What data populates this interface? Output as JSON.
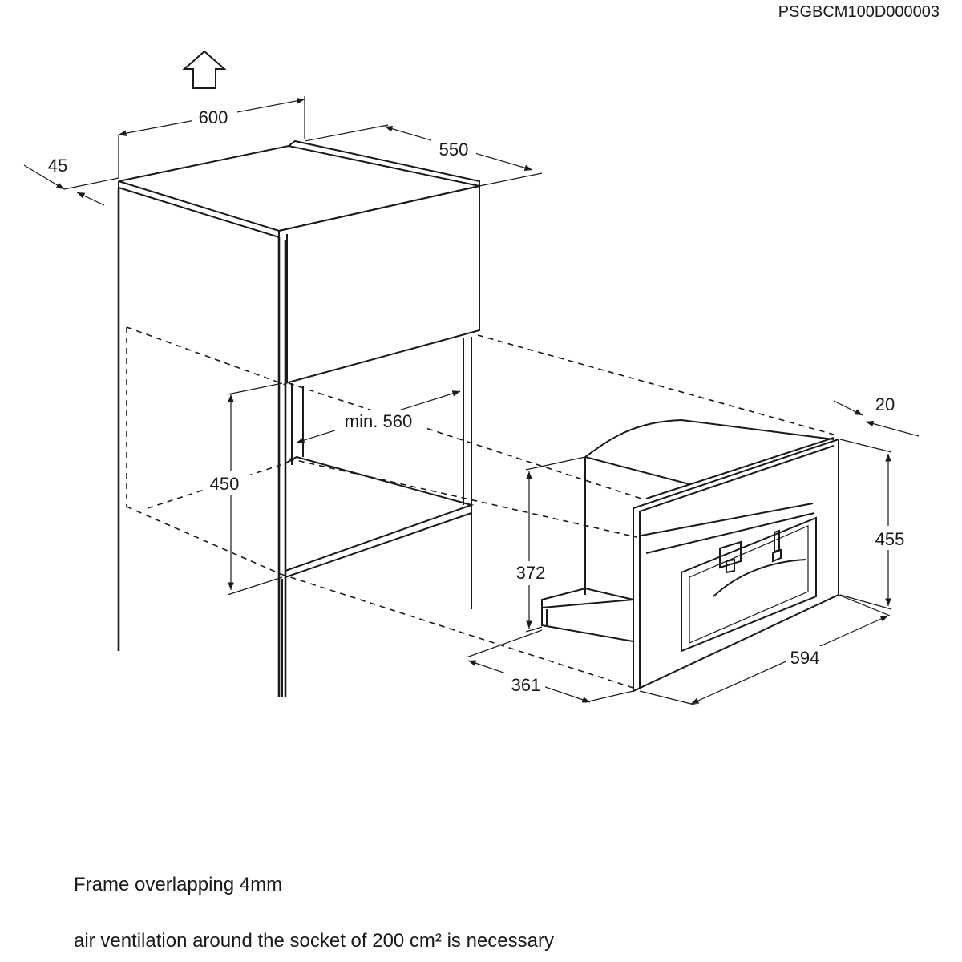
{
  "document_code": "PSGBCM100D000003",
  "dimensions": {
    "cabinet_width": "600",
    "cabinet_depth": "550",
    "rear_gap": "45",
    "niche_height": "450",
    "niche_depth_min": "min. 560",
    "frame_depth": "20",
    "appliance_height": "455",
    "appliance_width": "594",
    "body_height": "372",
    "body_depth": "361"
  },
  "notes": {
    "frame_overlap": "Frame overlapping 4mm",
    "ventilation": "air ventilation around the socket of  200 cm² is necessary"
  },
  "icons": {
    "direction": "up-arrow-icon"
  }
}
